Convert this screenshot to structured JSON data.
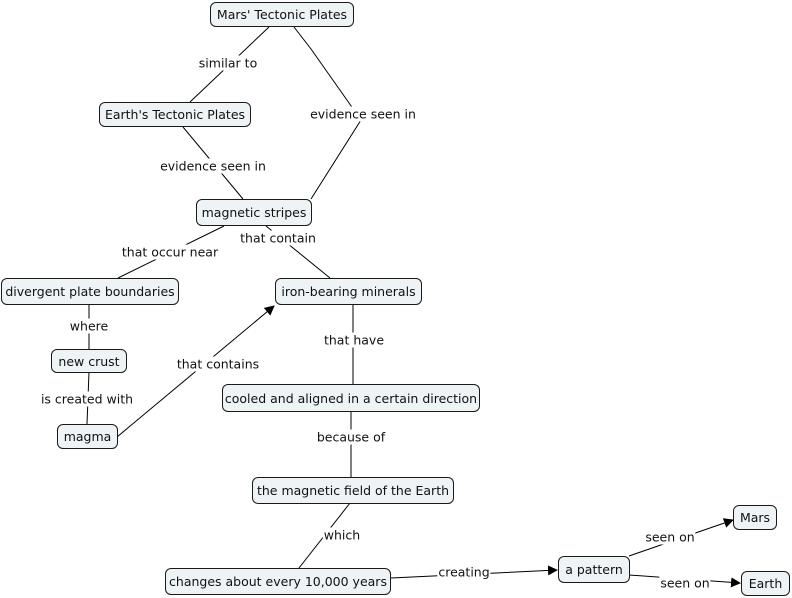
{
  "nodes": {
    "mars_plates": "Mars' Tectonic Plates",
    "earth_plates": "Earth's Tectonic Plates",
    "magnetic_stripes": "magnetic stripes",
    "divergent": "divergent plate boundaries",
    "iron_minerals": "iron-bearing minerals",
    "new_crust": "new crust",
    "magma": "magma",
    "cooled": "cooled and aligned in a certain direction",
    "magnetic_field": "the magnetic field of the Earth",
    "changes": "changes about every 10,000 years",
    "pattern": "a pattern",
    "mars": "Mars",
    "earth": "Earth"
  },
  "links": {
    "similar_to": "similar to",
    "evidence_mars": "evidence seen in",
    "evidence_earth": "evidence seen in",
    "occur_near": "that occur near",
    "that_contain": "that contain",
    "where": "where",
    "created_with": "is created with",
    "that_contains": "that contains",
    "that_have": "that have",
    "because_of": "because of",
    "which": "which",
    "creating": "creating",
    "seen_on_mars": "seen on",
    "seen_on_earth": "seen on"
  },
  "colors": {
    "node_fill": "#eef3f6",
    "stroke": "#1a1a1a"
  }
}
